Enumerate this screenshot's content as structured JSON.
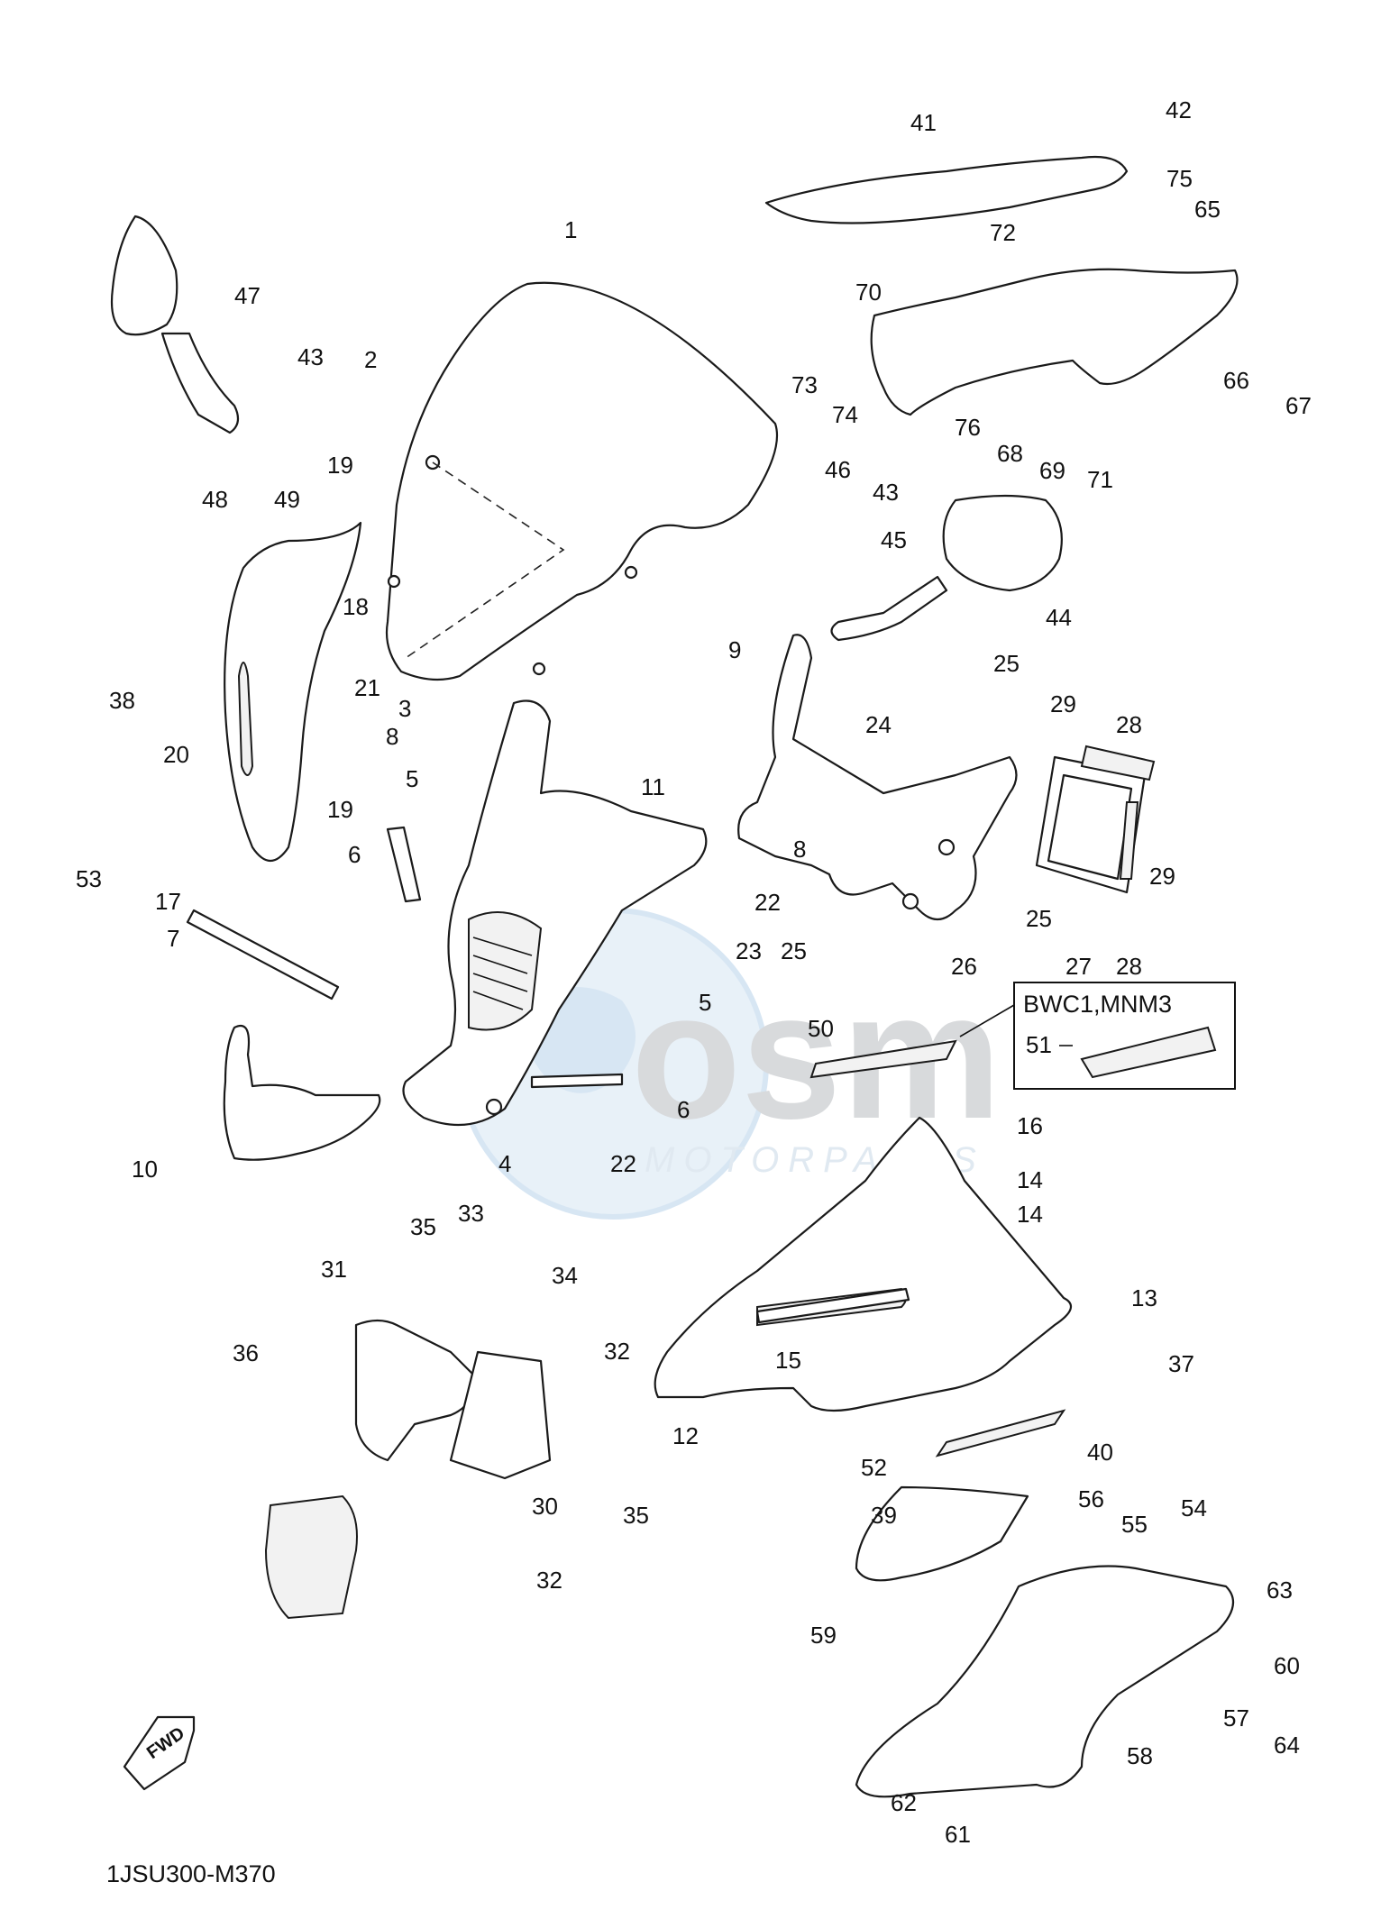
{
  "diagram_code": "1JSU300-M370",
  "variant_box": {
    "label": "BWC1,MNM3",
    "item_label": "51"
  },
  "fwd_label": "FWD",
  "watermark": {
    "logo_text": "osm",
    "sub_text": "MOTORPARTS"
  },
  "callouts": [
    {
      "id": "c1",
      "label": "1"
    },
    {
      "id": "c2",
      "label": "2"
    },
    {
      "id": "c3",
      "label": "3"
    },
    {
      "id": "c4",
      "label": "4"
    },
    {
      "id": "c5a",
      "label": "5"
    },
    {
      "id": "c5b",
      "label": "5"
    },
    {
      "id": "c6a",
      "label": "6"
    },
    {
      "id": "c6b",
      "label": "6"
    },
    {
      "id": "c7",
      "label": "7"
    },
    {
      "id": "c8a",
      "label": "8"
    },
    {
      "id": "c8b",
      "label": "8"
    },
    {
      "id": "c9",
      "label": "9"
    },
    {
      "id": "c10",
      "label": "10"
    },
    {
      "id": "c11",
      "label": "11"
    },
    {
      "id": "c12",
      "label": "12"
    },
    {
      "id": "c13",
      "label": "13"
    },
    {
      "id": "c14a",
      "label": "14"
    },
    {
      "id": "c14b",
      "label": "14"
    },
    {
      "id": "c15",
      "label": "15"
    },
    {
      "id": "c16",
      "label": "16"
    },
    {
      "id": "c17",
      "label": "17"
    },
    {
      "id": "c18",
      "label": "18"
    },
    {
      "id": "c19a",
      "label": "19"
    },
    {
      "id": "c19b",
      "label": "19"
    },
    {
      "id": "c20",
      "label": "20"
    },
    {
      "id": "c21",
      "label": "21"
    },
    {
      "id": "c22a",
      "label": "22"
    },
    {
      "id": "c22b",
      "label": "22"
    },
    {
      "id": "c23",
      "label": "23"
    },
    {
      "id": "c24",
      "label": "24"
    },
    {
      "id": "c25a",
      "label": "25"
    },
    {
      "id": "c25b",
      "label": "25"
    },
    {
      "id": "c25c",
      "label": "25"
    },
    {
      "id": "c26",
      "label": "26"
    },
    {
      "id": "c27",
      "label": "27"
    },
    {
      "id": "c28a",
      "label": "28"
    },
    {
      "id": "c28b",
      "label": "28"
    },
    {
      "id": "c29a",
      "label": "29"
    },
    {
      "id": "c29b",
      "label": "29"
    },
    {
      "id": "c30",
      "label": "30"
    },
    {
      "id": "c31",
      "label": "31"
    },
    {
      "id": "c32a",
      "label": "32"
    },
    {
      "id": "c32b",
      "label": "32"
    },
    {
      "id": "c33",
      "label": "33"
    },
    {
      "id": "c34",
      "label": "34"
    },
    {
      "id": "c35a",
      "label": "35"
    },
    {
      "id": "c35b",
      "label": "35"
    },
    {
      "id": "c36",
      "label": "36"
    },
    {
      "id": "c37",
      "label": "37"
    },
    {
      "id": "c38",
      "label": "38"
    },
    {
      "id": "c39",
      "label": "39"
    },
    {
      "id": "c40",
      "label": "40"
    },
    {
      "id": "c41",
      "label": "41"
    },
    {
      "id": "c42",
      "label": "42"
    },
    {
      "id": "c43a",
      "label": "43"
    },
    {
      "id": "c43b",
      "label": "43"
    },
    {
      "id": "c44",
      "label": "44"
    },
    {
      "id": "c45",
      "label": "45"
    },
    {
      "id": "c46",
      "label": "46"
    },
    {
      "id": "c47",
      "label": "47"
    },
    {
      "id": "c48",
      "label": "48"
    },
    {
      "id": "c49",
      "label": "49"
    },
    {
      "id": "c50",
      "label": "50"
    },
    {
      "id": "c52",
      "label": "52"
    },
    {
      "id": "c53",
      "label": "53"
    },
    {
      "id": "c54",
      "label": "54"
    },
    {
      "id": "c55",
      "label": "55"
    },
    {
      "id": "c56",
      "label": "56"
    },
    {
      "id": "c57",
      "label": "57"
    },
    {
      "id": "c58",
      "label": "58"
    },
    {
      "id": "c59",
      "label": "59"
    },
    {
      "id": "c60",
      "label": "60"
    },
    {
      "id": "c61",
      "label": "61"
    },
    {
      "id": "c62",
      "label": "62"
    },
    {
      "id": "c63",
      "label": "63"
    },
    {
      "id": "c64",
      "label": "64"
    },
    {
      "id": "c65",
      "label": "65"
    },
    {
      "id": "c66",
      "label": "66"
    },
    {
      "id": "c67",
      "label": "67"
    },
    {
      "id": "c68",
      "label": "68"
    },
    {
      "id": "c69",
      "label": "69"
    },
    {
      "id": "c70",
      "label": "70"
    },
    {
      "id": "c71",
      "label": "71"
    },
    {
      "id": "c72",
      "label": "72"
    },
    {
      "id": "c73",
      "label": "73"
    },
    {
      "id": "c74",
      "label": "74"
    },
    {
      "id": "c75",
      "label": "75"
    },
    {
      "id": "c76",
      "label": "76"
    }
  ]
}
